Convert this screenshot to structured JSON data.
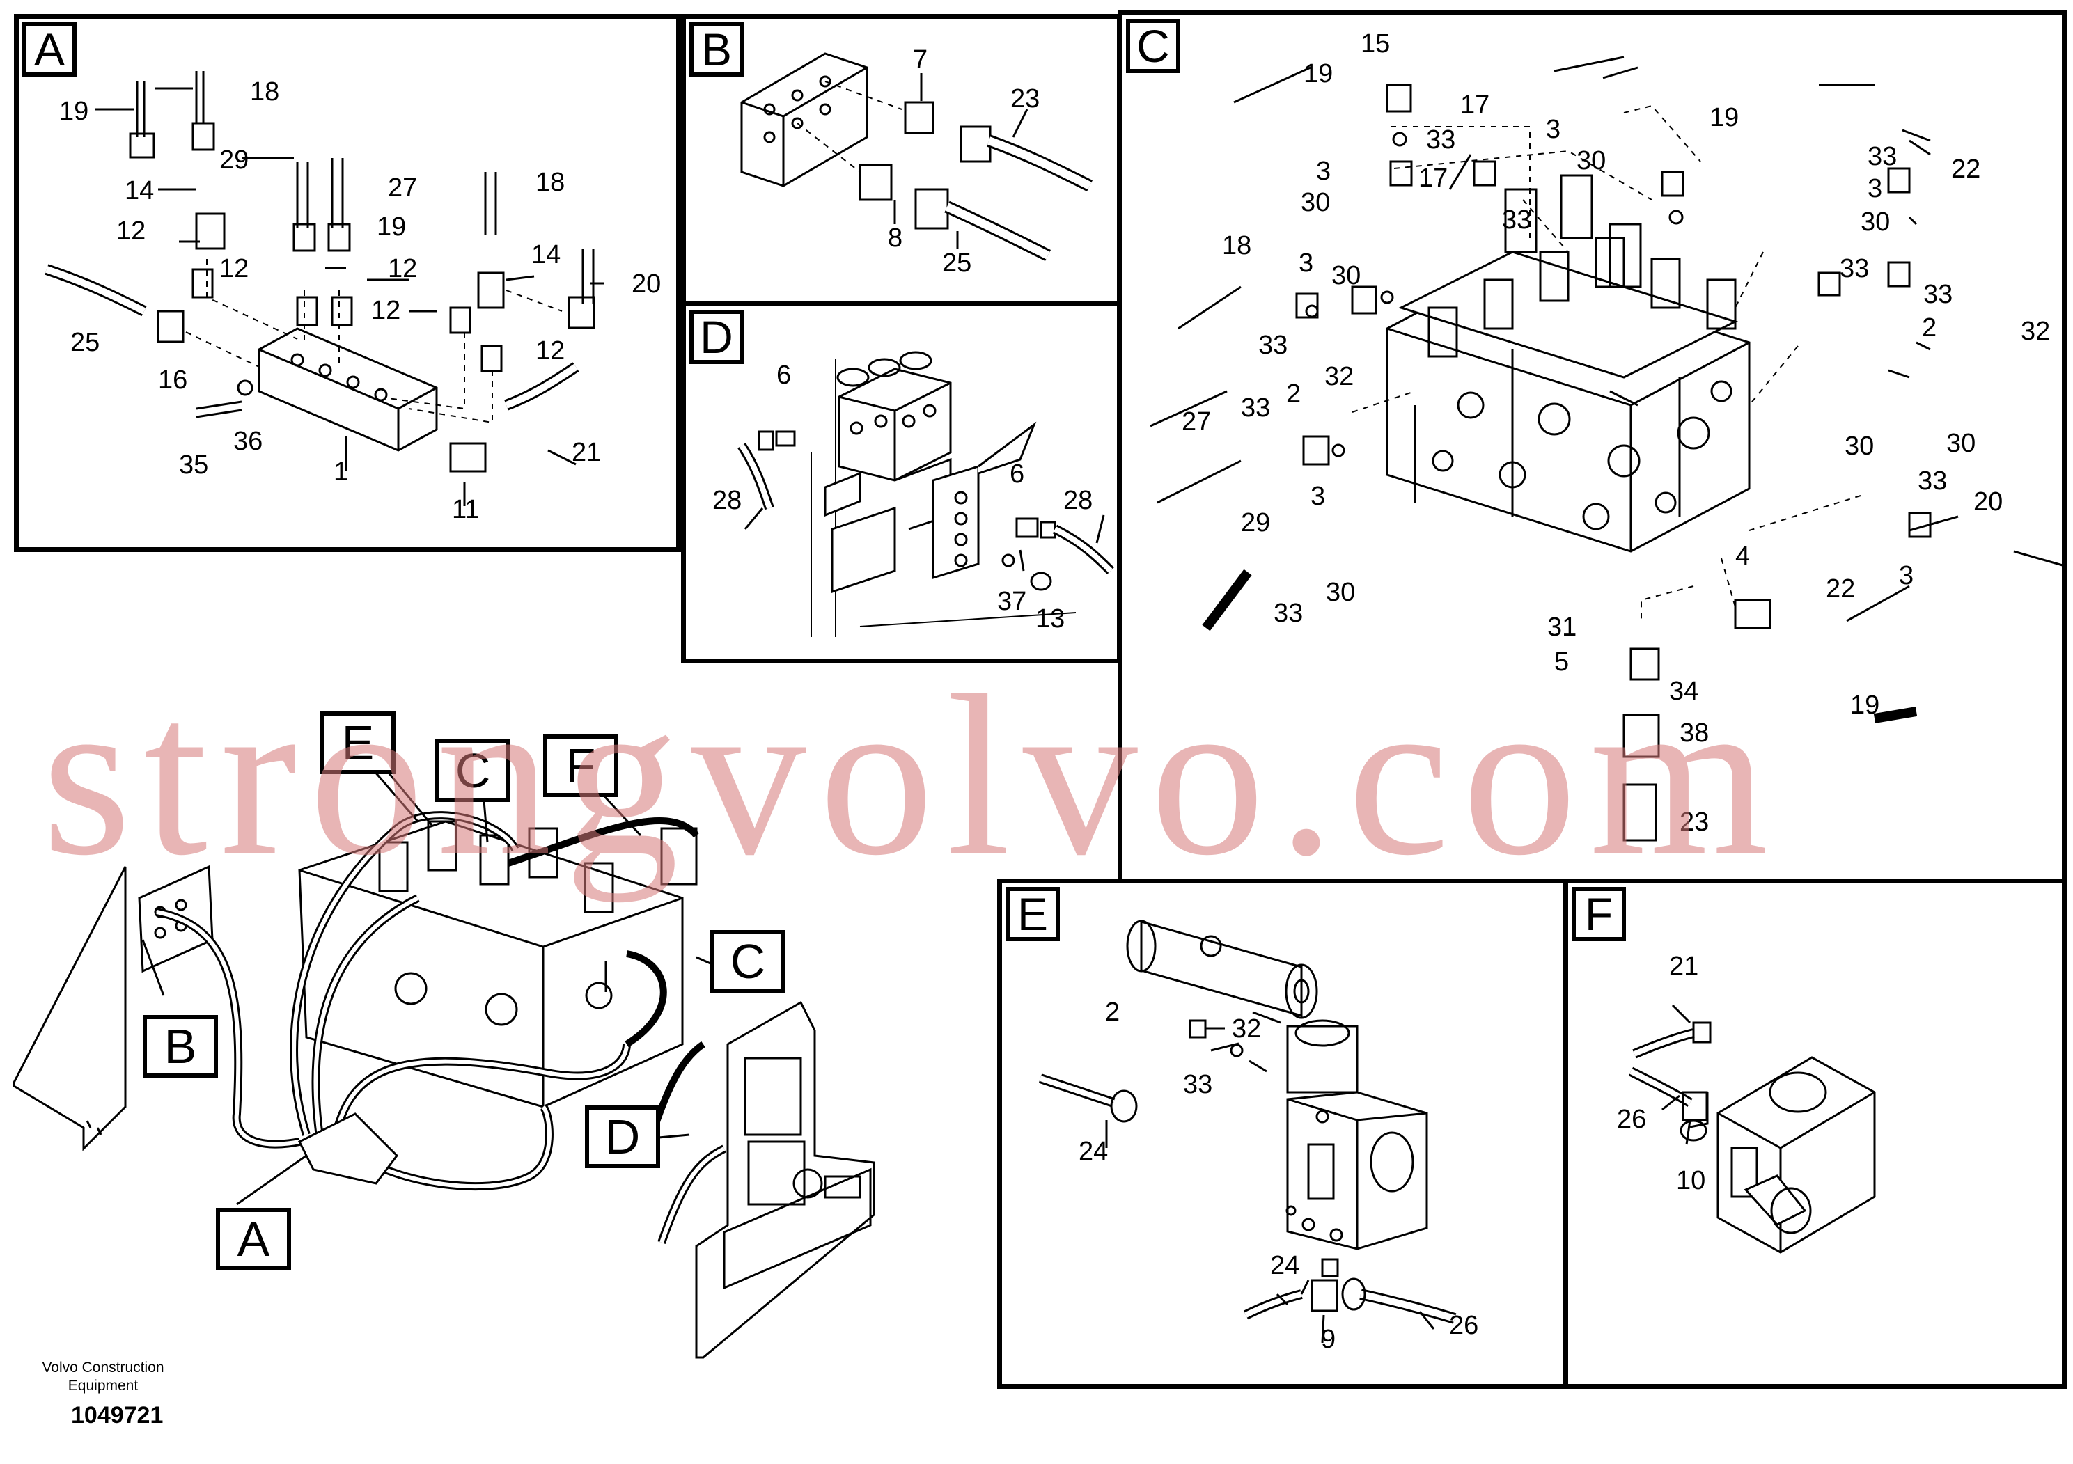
{
  "panels": {
    "A": {
      "tag": "A",
      "labels": [
        "19",
        "18",
        "14",
        "29",
        "27",
        "18",
        "12",
        "19",
        "12",
        "12",
        "14",
        "20",
        "25",
        "16",
        "12",
        "12",
        "36",
        "35",
        "1",
        "11",
        "21"
      ]
    },
    "B": {
      "tag": "B",
      "labels": [
        "7",
        "23",
        "8",
        "25"
      ]
    },
    "C": {
      "tag": "C",
      "labels": [
        "19",
        "15",
        "17",
        "19",
        "33",
        "3",
        "30",
        "33",
        "3",
        "17",
        "3",
        "33",
        "30",
        "30",
        "33",
        "30",
        "22",
        "18",
        "3",
        "30",
        "33",
        "33",
        "2",
        "32",
        "27",
        "33",
        "2",
        "32",
        "30",
        "33",
        "20",
        "29",
        "3",
        "4",
        "22",
        "33",
        "30",
        "3",
        "31",
        "5",
        "34",
        "38",
        "23",
        "19"
      ]
    },
    "D": {
      "tag": "D",
      "labels": [
        "6",
        "28",
        "6",
        "28",
        "37",
        "13"
      ]
    },
    "E": {
      "tag": "E",
      "labels": [
        "2",
        "32",
        "33",
        "24",
        "24",
        "9",
        "26"
      ]
    },
    "F": {
      "tag": "F",
      "labels": [
        "21",
        "26",
        "10"
      ]
    }
  },
  "overview_callouts": {
    "A": "A",
    "B": "B",
    "C1": "C",
    "C2": "C",
    "D": "D",
    "E": "E",
    "F": "F"
  },
  "footer": {
    "maker": "Volvo Construction Equipment",
    "doc_number": "1049721"
  },
  "watermark": "strongvolvo.com"
}
